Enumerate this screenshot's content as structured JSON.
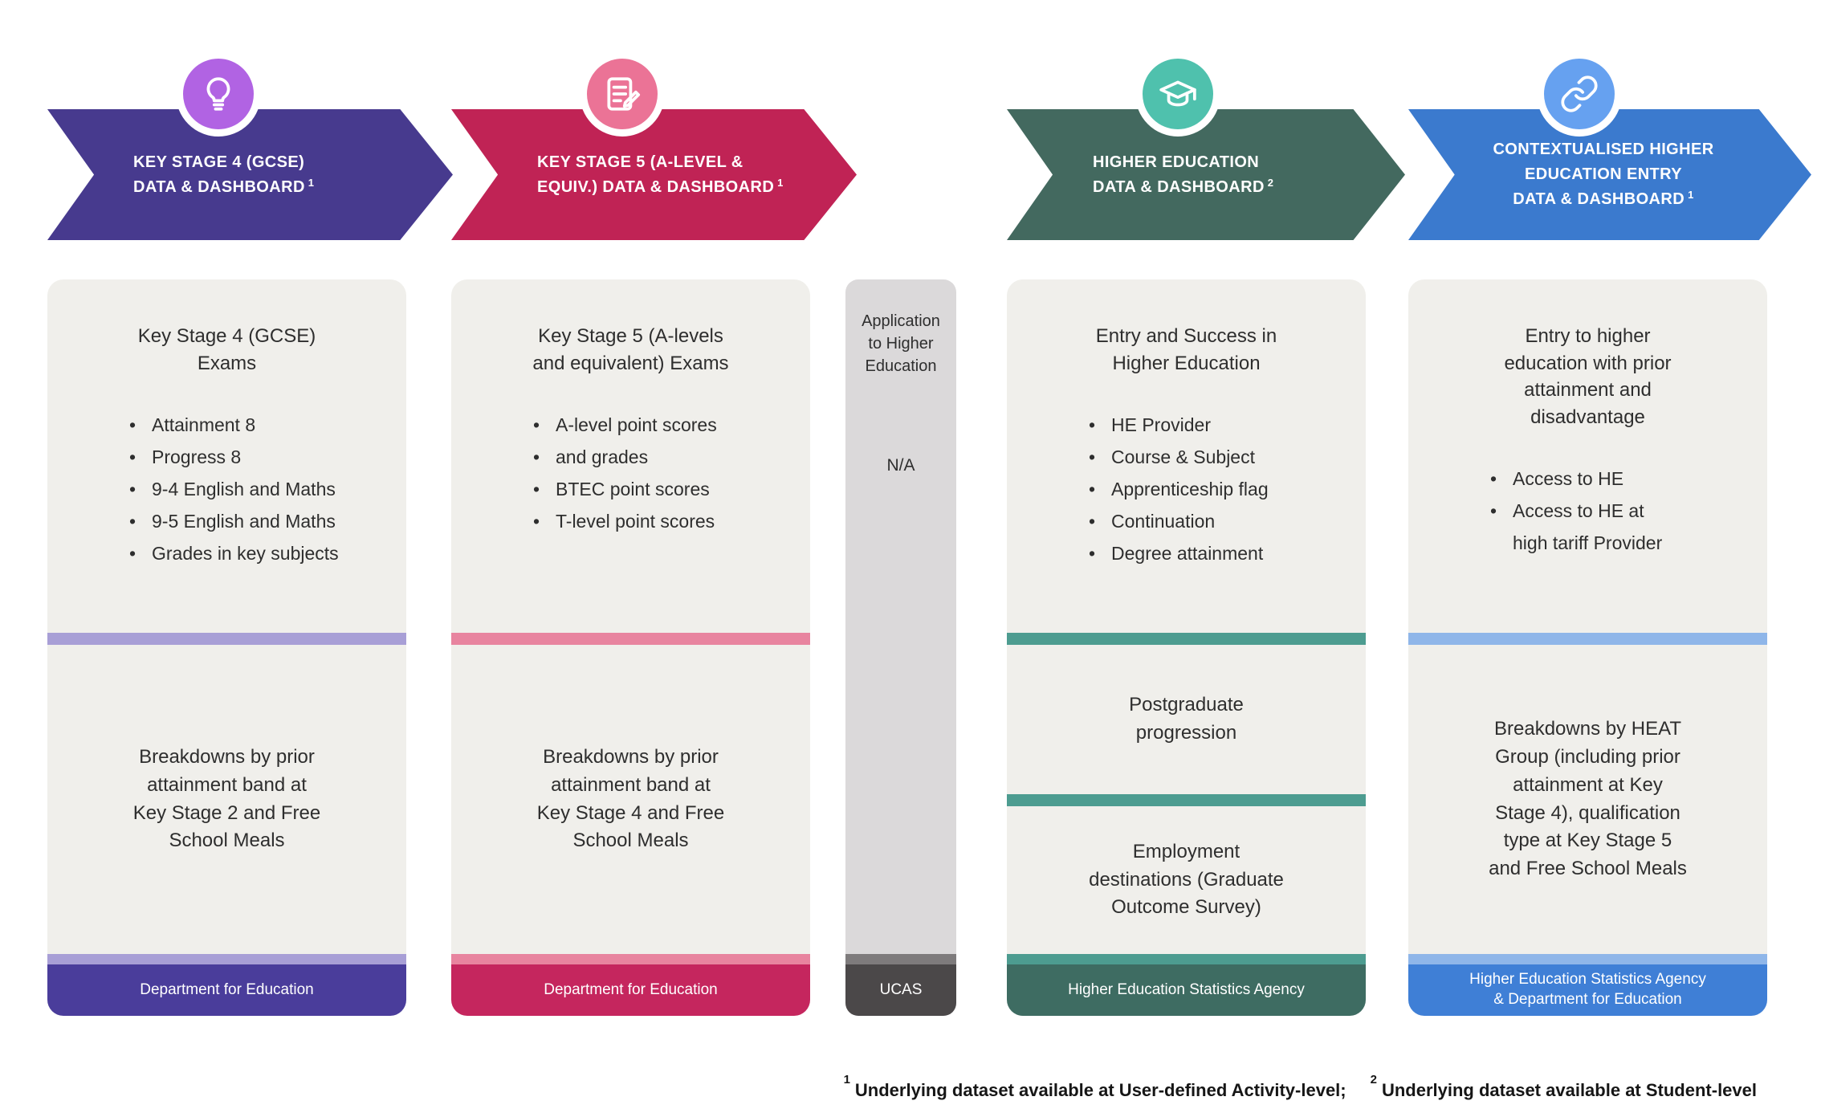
{
  "diagram": {
    "columns": [
      {
        "name": "key-stage-4",
        "arrow_label": "KEY STAGE 4 (GCSE)\nDATA & DASHBOARD",
        "arrow_sup": "1",
        "icon": "lightbulb-icon",
        "colors": {
          "arrow": "#473A8E",
          "icon_circle": "#B163E3",
          "divider": "#A89FD6",
          "footer_strip": "#A89FD6",
          "footer": "#4A3D9B"
        },
        "title": "Key Stage 4 (GCSE)\nExams",
        "bullets": [
          "Attainment 8",
          "Progress 8",
          "9-4 English and Maths",
          "9-5 English and Maths",
          "Grades in key subjects"
        ],
        "breakdown": "Breakdowns by prior\nattainment band at\nKey Stage 2 and Free\nSchool Meals",
        "footer": "Department for Education"
      },
      {
        "name": "key-stage-5",
        "arrow_label": "KEY STAGE 5 (A-LEVEL &\nEQUIV.) DATA & DASHBOARD",
        "arrow_sup": "1",
        "icon": "notepad-icon",
        "colors": {
          "arrow": "#C02355",
          "icon_circle": "#EB7396",
          "divider": "#E8849F",
          "footer_strip": "#E8849F",
          "footer": "#C5265E"
        },
        "title": "Key Stage 5 (A-levels\nand equivalent) Exams",
        "bullets": [
          "A-level point scores",
          "and grades",
          "BTEC point scores",
          "T-level point scores"
        ],
        "breakdown": "Breakdowns by prior\nattainment band at\nKey Stage 4 and Free\nSchool Meals",
        "footer": "Department for Education"
      },
      {
        "name": "higher-education",
        "arrow_label": "HIGHER EDUCATION\nDATA & DASHBOARD",
        "arrow_sup": "2",
        "icon": "graduation-cap-icon",
        "colors": {
          "arrow": "#43695F",
          "icon_circle": "#4FC1AD",
          "divider": "#4D9C90",
          "footer_strip": "#4D9C90",
          "footer": "#3E6C62"
        },
        "title": "Entry and Success in\nHigher Education",
        "bullets": [
          "HE Provider",
          "Course & Subject",
          "Apprenticeship flag",
          "Continuation",
          "Degree attainment"
        ],
        "mid_sections": [
          "Postgraduate\nprogression",
          "Employment\ndestinations (Graduate\nOutcome Survey)"
        ],
        "footer": "Higher Education Statistics Agency"
      },
      {
        "name": "contextualised-he-entry",
        "arrow_label": "CONTEXTUALISED HIGHER\nEDUCATION ENTRY\nDATA & DASHBOARD",
        "arrow_sup": "1",
        "icon": "link-icon",
        "colors": {
          "arrow": "#3B7ACE",
          "icon_circle": "#66A1F0",
          "divider": "#8FB6E9",
          "footer_strip": "#8FB6E9",
          "footer": "#3F7FD6"
        },
        "title": "Entry to higher\neducation with prior\nattainment and\ndisadvantage",
        "bullets": [
          "Access to HE",
          "Access to HE at\nhigh tariff Provider"
        ],
        "breakdown": "Breakdowns by HEAT\nGroup (including prior\nattainment at Key\nStage 4), qualification\ntype at Key Stage 5\nand Free School Meals",
        "footer": "Higher Education Statistics Agency\n& Department for Education"
      }
    ],
    "ucas_column": {
      "title": "Application\nto Higher\nEducation",
      "value": "N/A",
      "footer": "UCAS",
      "colors": {
        "bg": "#DBD9DA",
        "footer_strip": "#7E7B7C",
        "footer": "#4B4849"
      }
    },
    "footnote": {
      "sup1": "1",
      "text1": "Underlying dataset available at User-defined Activity-level;",
      "sup2": "2",
      "text2": "Underlying dataset available at Student-level"
    }
  }
}
